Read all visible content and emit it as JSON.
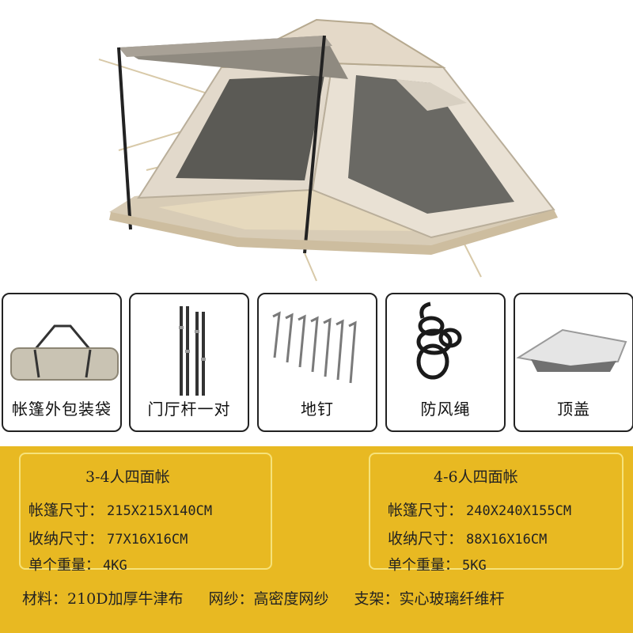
{
  "accessories": [
    {
      "label": "帐篷外包装袋",
      "icon": "carry-bag"
    },
    {
      "label": "门厅杆一对",
      "icon": "vestibule-poles"
    },
    {
      "label": "地钉",
      "icon": "ground-stakes"
    },
    {
      "label": "防风绳",
      "icon": "wind-rope"
    },
    {
      "label": "顶盖",
      "icon": "rain-fly"
    }
  ],
  "models": [
    {
      "title": "3-4人四面帐",
      "size_label": "帐篷尺寸：",
      "size": "215X215X140CM",
      "packed_label": "收纳尺寸：",
      "packed": "77X16X16CM",
      "weight_label": "单个重量：",
      "weight": "4KG"
    },
    {
      "title": "4-6人四面帐",
      "size_label": "帐篷尺寸：",
      "size": "240X240X155CM",
      "packed_label": "收纳尺寸：",
      "packed": "88X16X16CM",
      "weight_label": "单个重量：",
      "weight": "5KG"
    }
  ],
  "materials": {
    "fabric": "材料：210D加厚牛津布",
    "mesh": "网纱：高密度网纱",
    "frame": "支架：实心玻璃纤维杆"
  },
  "colors": {
    "spec_background": "#e8b922",
    "box_border": "#f6e27a",
    "tent_canvas": "#d9cfbf"
  }
}
